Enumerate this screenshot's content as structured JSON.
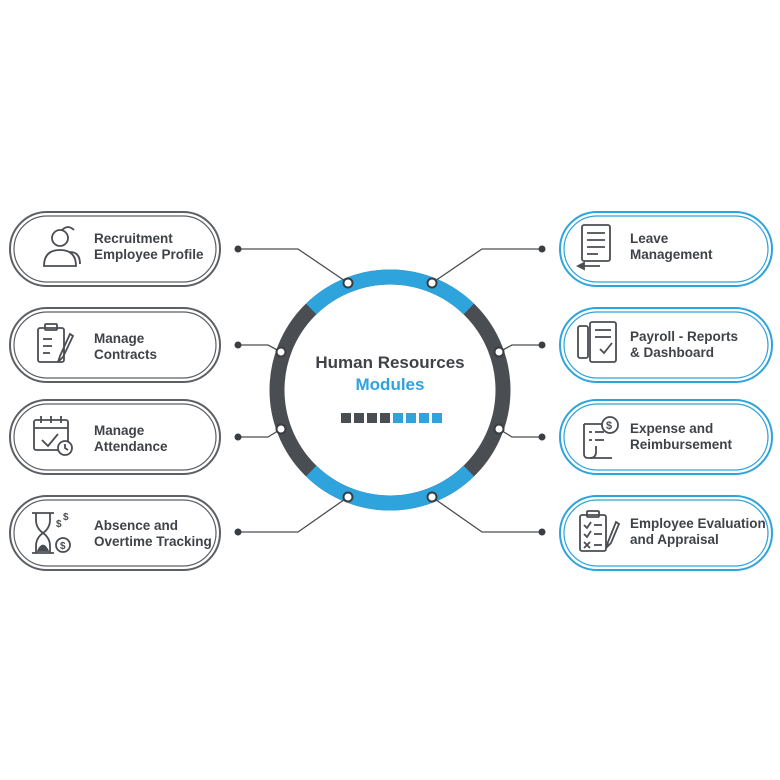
{
  "center": {
    "title": "Human Resources",
    "subtitle": "Modules",
    "progress_squares_dark": 4,
    "progress_squares_blue": 4
  },
  "colors": {
    "accent": "#2ea3dc",
    "dark": "#4a4d52",
    "text": "#3f4348",
    "pill_border_dark": "#5c5f63",
    "pill_border_blue": "#2ea3dc"
  },
  "modules_left": [
    {
      "line1": "Recruitment",
      "line2": "Employee Profile",
      "icon": "users-icon"
    },
    {
      "line1": "Manage",
      "line2": "Contracts",
      "icon": "clipboard-pen-icon"
    },
    {
      "line1": "Manage",
      "line2": "Attendance",
      "icon": "calendar-check-icon"
    },
    {
      "line1": "Absence and",
      "line2": "Overtime Tracking",
      "icon": "hourglass-money-icon"
    }
  ],
  "modules_right": [
    {
      "line1": "Leave",
      "line2": "Management",
      "icon": "document-pen-icon"
    },
    {
      "line1": "Payroll - Reports",
      "line2": "& Dashboard",
      "icon": "payroll-report-icon"
    },
    {
      "line1": "Expense and",
      "line2": "Reimbursement",
      "icon": "receipt-dollar-icon"
    },
    {
      "line1": "Employee Evaluation",
      "line2": "and Appraisal",
      "icon": "checklist-pen-icon"
    }
  ]
}
